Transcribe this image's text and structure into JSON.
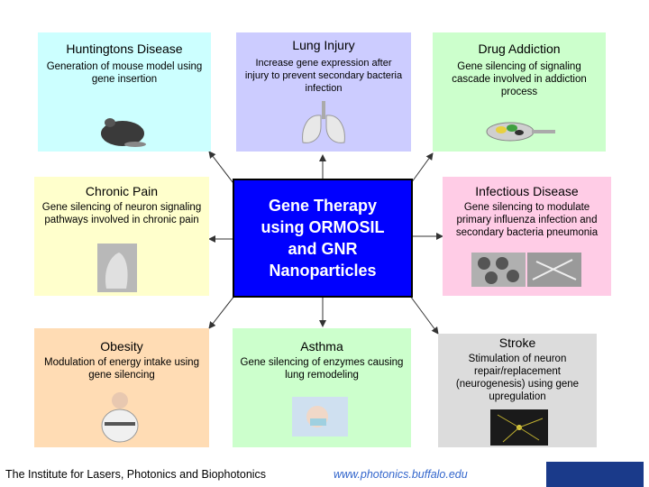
{
  "boxes": [
    {
      "id": "huntingtons",
      "title": "Huntingtons Disease",
      "desc": "Generation of mouse model using gene insertion",
      "color": "#ccffff",
      "image": "mouse-image"
    },
    {
      "id": "lung",
      "title": "Lung Injury",
      "desc": "Increase gene expression after injury to prevent secondary bacteria infection",
      "color": "#ccccff",
      "image": "lungs-image"
    },
    {
      "id": "drug",
      "title": "Drug Addiction",
      "desc": "Gene silencing of signaling cascade involved in addiction process",
      "color": "#ccffcc",
      "image": "pills-spoon-image"
    },
    {
      "id": "pain",
      "title": "Chronic Pain",
      "desc": "Gene silencing of neuron signaling pathways involved in chronic pain",
      "color": "#ffffcc",
      "image": "hand-image"
    },
    {
      "id": "infectious",
      "title": "Infectious Disease",
      "desc": "Gene silencing to modulate primary influenza infection and secondary bacteria pneumonia",
      "color": "#ffcce6",
      "image": "virus-image"
    },
    {
      "id": "obesity",
      "title": "Obesity",
      "desc": "Modulation of energy intake using gene silencing",
      "color": "#ffdcb4",
      "image": "obese-man-image"
    },
    {
      "id": "asthma",
      "title": "Asthma",
      "desc": "Gene silencing of enzymes causing lung remodeling",
      "color": "#ccffcc",
      "image": "child-inhaler-image"
    },
    {
      "id": "stroke",
      "title": "Stroke",
      "desc": "Stimulation of neuron repair/replacement (neurogenesis) using gene upregulation",
      "color": "#dcdcdc",
      "image": "neuron-image"
    }
  ],
  "center": {
    "title": "Gene Therapy using ORMOSIL and GNR Nanoparticles",
    "color": "#0000ff"
  },
  "footer": {
    "institute": "The Institute for Lasers, Photonics and Biophotonics",
    "url": "www.photonics.buffalo.edu"
  }
}
